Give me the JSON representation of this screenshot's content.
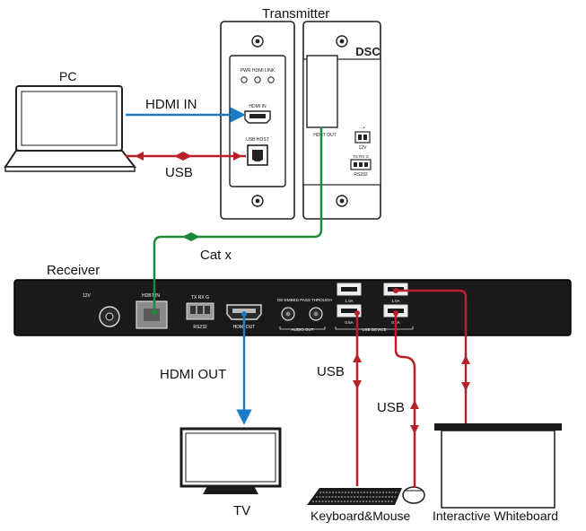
{
  "title": "Transmitter",
  "brand": "DSC",
  "nodes": {
    "pc": "PC",
    "receiver": "Receiver",
    "tv": "TV",
    "keyboard_mouse": "Keyboard&Mouse",
    "whiteboard": "Interactive Whiteboard"
  },
  "links": {
    "hdmi_in": "HDMI IN",
    "usb_pc": "USB",
    "cat": "Cat x",
    "hdmi_out": "HDMI OUT",
    "usb_keyboard": "USB",
    "usb_mouse": "USB"
  },
  "transmitter_panel": {
    "leds": "PWR HDMI LINK",
    "hdmi_in": "HDMI IN",
    "usb_host": "USB HOST",
    "hdbt_out": "HDBT OUT",
    "power_pins": "- +",
    "power_voltage": "12V",
    "rs232_pins": "TX RX G",
    "rs232": "RS232"
  },
  "receiver_panel": {
    "power": "12V",
    "hdbt_in": "HDBT IN",
    "rs232_pins": "TX RX G",
    "rs232": "RS232",
    "hdmi_out": "HDMI OUT",
    "de_embed": "DE-EMBED",
    "pass_through": "PASS THROUGH",
    "audio_out": "AUDIO OUT",
    "usb_device": "USB DEVICE",
    "usb_current_1": "1.0A",
    "usb_current_2": "0.5A",
    "usb_current_3": "1.0A",
    "usb_current_4": "0.5A"
  },
  "colors": {
    "hdmi": "#1a7cc6",
    "usb": "#b8202a",
    "cat": "#1d8a3a",
    "device": "#1a1a1a"
  }
}
